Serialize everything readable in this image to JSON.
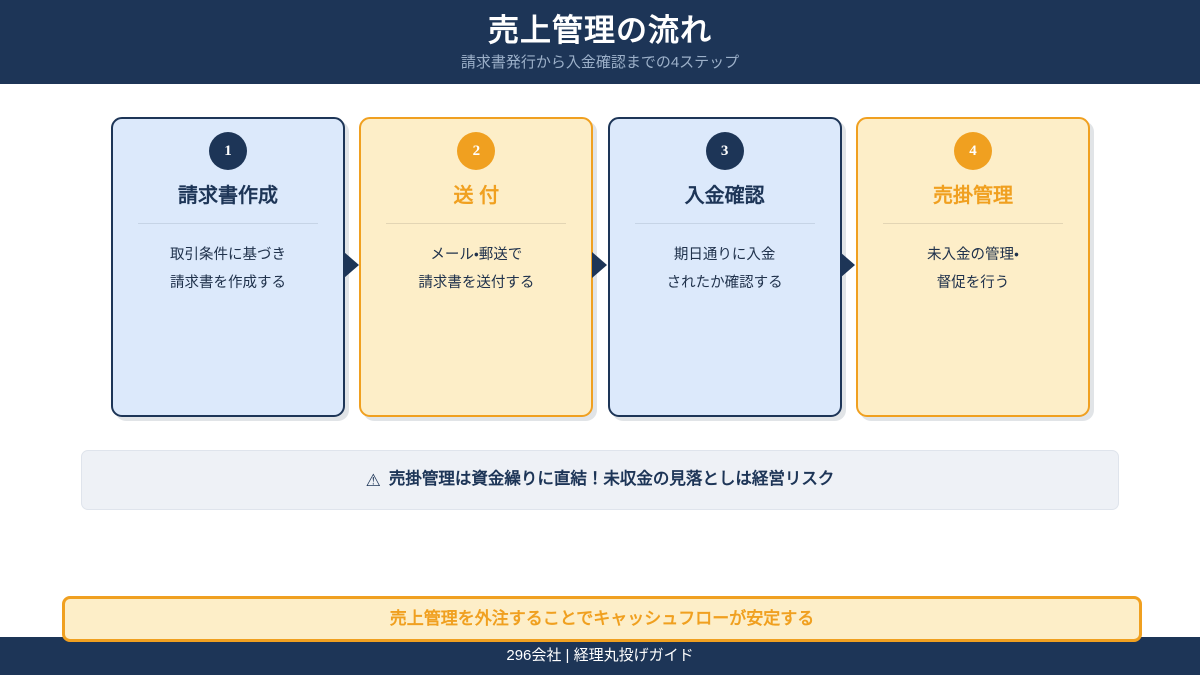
{
  "header": {
    "title": "売上管理の流れ",
    "subtitle": "請求書発行から入金確認までの4ステップ"
  },
  "steps": [
    {
      "number": "1",
      "title": "請求書作成",
      "desc_line1": "取引条件に基づき",
      "desc_line2": "請求書を作成する",
      "theme": "blue"
    },
    {
      "number": "2",
      "title": "送 付",
      "desc_line1": "メール・郵送で",
      "desc_line2": "請求書を送付する",
      "theme": "amber"
    },
    {
      "number": "3",
      "title": "入金確認",
      "desc_line1": "期日通りに入金",
      "desc_line2": "されたか確認する",
      "theme": "blue"
    },
    {
      "number": "4",
      "title": "売掛管理",
      "desc_line1": "未入金の管理・",
      "desc_line2": "督促を行う",
      "theme": "amber"
    }
  ],
  "notice": {
    "icon": "⚠",
    "text": "売掛管理は資金繰りに直結！未収金の見落としは経営リスク"
  },
  "cta": {
    "text": "売上管理を外注することでキャッシュフローが安定する"
  },
  "footer": {
    "text": "296会社 | 経理丸投げガイド"
  },
  "colors": {
    "navy": "#1d3557",
    "orange": "#f0a020",
    "card_blue_bg": "#dce9fb",
    "card_amber_bg": "#fdeec8",
    "notice_bg": "#eef1f6",
    "subtitle": "#9cb0c9"
  }
}
